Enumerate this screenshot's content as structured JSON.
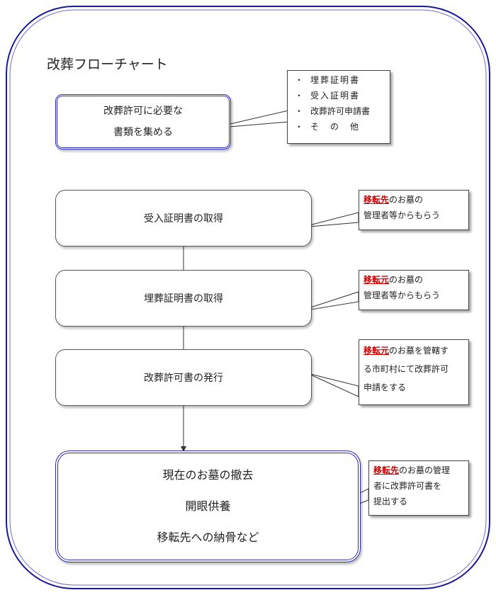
{
  "title": "改葬フローチャート",
  "colors": {
    "frame": "#1a1a99",
    "accent": "#cc0000",
    "line": "#333333"
  },
  "step1": {
    "line1": "改葬許可に必要な",
    "line2": "書類を集める"
  },
  "documents": {
    "bullet": "・",
    "items": [
      "埋葬証明書",
      "受入証明書",
      "改葬許可申請書",
      "そ　の　他"
    ]
  },
  "step2": {
    "label": "受入証明書の取得"
  },
  "note2": {
    "accent": "移転先",
    "text1": "のお墓の",
    "text2": "管理者等からもらう"
  },
  "step3": {
    "label": "埋葬証明書の取得"
  },
  "note3": {
    "accent": "移転元",
    "text1": "のお墓の",
    "text2": "管理者等からもらう"
  },
  "step4": {
    "label": "改葬許可書の発行"
  },
  "note4": {
    "accent": "移転元",
    "text1": "のお墓を管轄す",
    "text2": "る市町村にて改葬許可",
    "text3": "申請をする"
  },
  "step5": {
    "line1": "現在のお墓の撤去",
    "line2": "開眼供養",
    "line3": "移転先への納骨など"
  },
  "note5": {
    "accent": "移転先",
    "text1": "のお墓の管理",
    "text2": "者に改葬許可書を",
    "text3": "提出する"
  }
}
